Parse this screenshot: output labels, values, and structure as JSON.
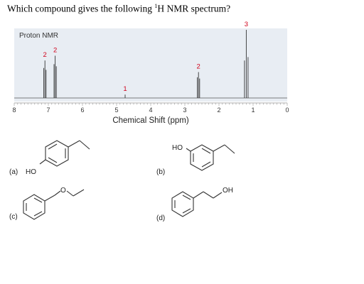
{
  "question": {
    "prefix": "Which compound gives the following ",
    "sup": "1",
    "suffix": "H NMR spectrum?"
  },
  "spectrum": {
    "panel_title": "Proton NMR",
    "xlabel": "Chemical Shift (ppm)",
    "peak_color": "#d0021b",
    "panel_color": "#e8edf3"
  },
  "chart_data": {
    "type": "line",
    "title": "Proton NMR",
    "xlabel": "Chemical Shift (ppm)",
    "ylabel": "",
    "xlim": [
      8,
      0
    ],
    "ticks": [
      "8",
      "7",
      "6",
      "5",
      "4",
      "3",
      "2",
      "1",
      "0"
    ],
    "tick_values": [
      8,
      7,
      6,
      5,
      4,
      3,
      2,
      1,
      0
    ],
    "peaks": [
      {
        "shift": 7.1,
        "integration": "2",
        "height": 0.55
      },
      {
        "shift": 6.8,
        "integration": "2",
        "height": 0.62
      },
      {
        "shift": 4.75,
        "integration": "1",
        "height": 0.05
      },
      {
        "shift": 2.6,
        "integration": "2",
        "height": 0.38
      },
      {
        "shift": 1.2,
        "integration": "3",
        "height": 1.0
      }
    ]
  },
  "options": [
    {
      "label": "(a)",
      "group": "HO"
    },
    {
      "label": "(b)",
      "group": "HO"
    },
    {
      "label": "(c)",
      "group": "O"
    },
    {
      "label": "(d)",
      "group": "OH"
    }
  ]
}
